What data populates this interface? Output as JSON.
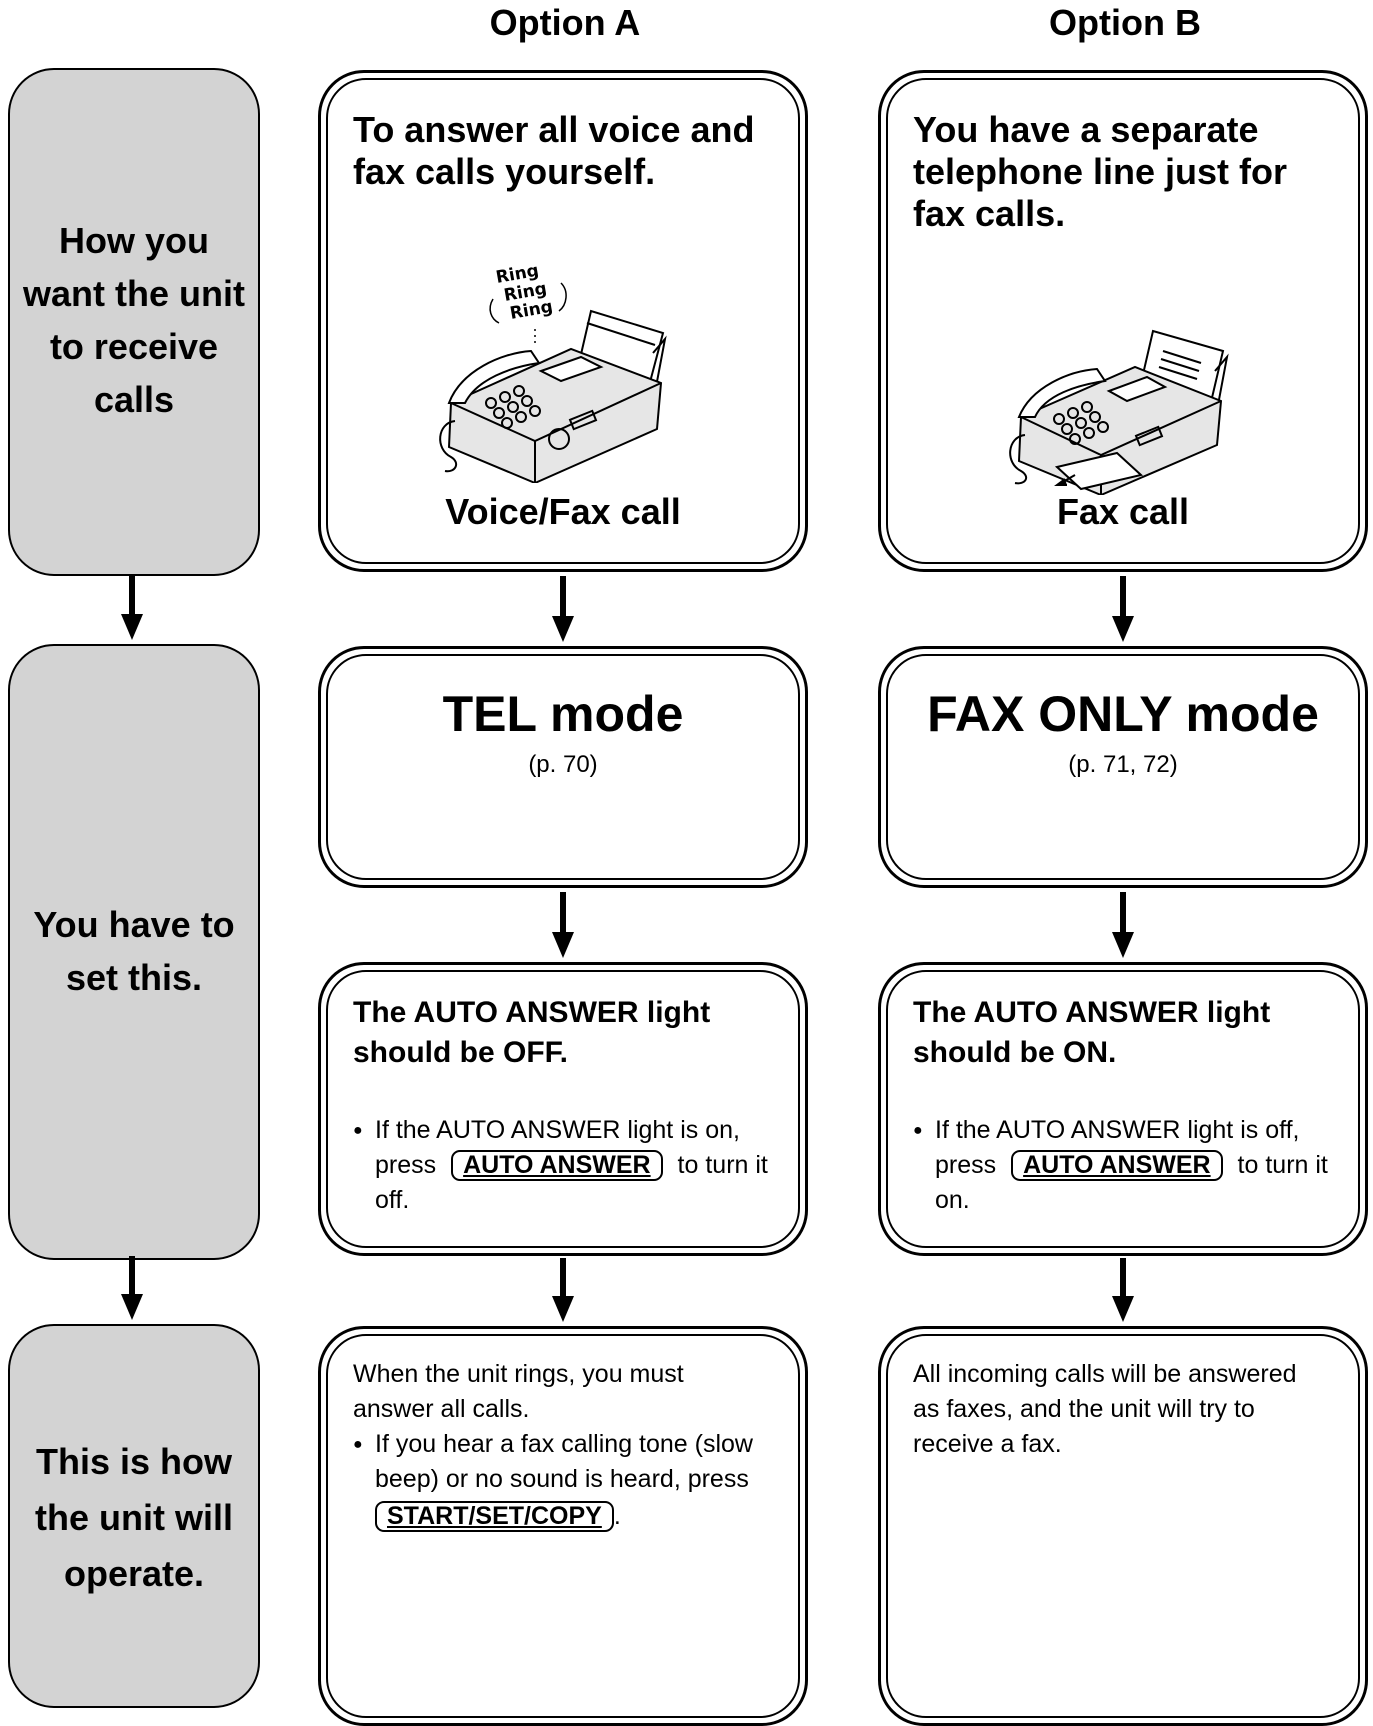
{
  "columns": {
    "option_a": "Option A",
    "option_b": "Option B"
  },
  "side": {
    "receive": [
      "How you",
      "want the unit",
      "to receive",
      "calls"
    ],
    "set": [
      "You have to",
      "set this."
    ],
    "operate": [
      "This is how",
      "the unit will",
      "operate."
    ]
  },
  "option_a": {
    "condition": [
      "To answer all voice and",
      "fax calls yourself."
    ],
    "illustration_text": [
      "Ring",
      "Ring",
      "Ring"
    ],
    "caption": "Voice/Fax call",
    "mode": "TEL mode",
    "mode_ref": "(p. 70)",
    "light_title": [
      "The AUTO ANSWER light",
      "should be OFF."
    ],
    "light_note_pre": "If the AUTO ANSWER light is on,",
    "light_note_press": "press",
    "light_key": "AUTO ANSWER",
    "light_note_post": "to turn it",
    "light_note_end": "off.",
    "operate_line1": "When the unit rings, you must",
    "operate_line2": "answer all calls.",
    "operate_bullet1": "If you hear a fax calling tone (slow",
    "operate_bullet2": "beep) or no sound is heard, press",
    "operate_key": "START/SET/COPY",
    "operate_end": "."
  },
  "option_b": {
    "condition": [
      "You have a separate",
      "telephone line just for",
      "fax calls."
    ],
    "caption": "Fax call",
    "mode": "FAX ONLY mode",
    "mode_ref": "(p. 71, 72)",
    "light_title": [
      "The AUTO ANSWER light",
      "should be ON."
    ],
    "light_note_pre": "If the AUTO ANSWER light is off,",
    "light_note_press": "press",
    "light_key": "AUTO ANSWER",
    "light_note_post": "to turn it",
    "light_note_end": "on.",
    "operate_line1": "All incoming calls will be answered",
    "operate_line2": "as faxes, and the unit will try to",
    "operate_line3": "receive a fax."
  },
  "icons": [
    "fax-machine-ringing-icon",
    "fax-machine-printing-icon",
    "down-arrow-icon"
  ]
}
